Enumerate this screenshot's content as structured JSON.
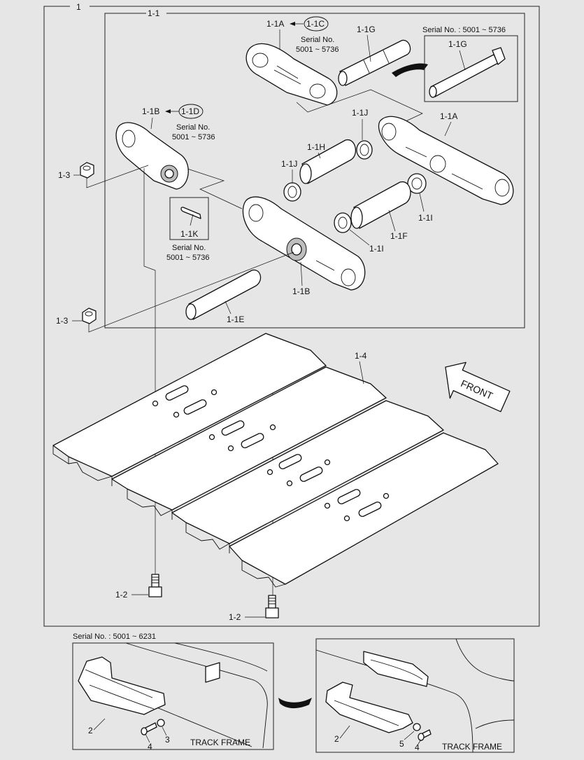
{
  "labels": {
    "main": "1",
    "sub_1_1": "1-1",
    "l_1_1A_top": "1-1A",
    "l_1_1C": "1-1C",
    "l_1_1G_top": "1-1G",
    "l_1_1G_inset": "1-1G",
    "l_1_1B_top": "1-1B",
    "l_1_1D": "1-1D",
    "l_1_1J_a": "1-1J",
    "l_1_1A_right": "1-1A",
    "l_1_1H": "1-1H",
    "l_1_1J_b": "1-1J",
    "l_1_3_a": "1-3",
    "l_1_1K": "1-1K",
    "l_1_1F": "1-1F",
    "l_1_1I_a": "1-1I",
    "l_1_1I_b": "1-1I",
    "l_1_1B_mid": "1-1B",
    "l_1_1E": "1-1E",
    "l_1_3_b": "1-3",
    "l_1_4": "1-4",
    "l_1_2_a": "1-2",
    "l_1_2_b": "1-2",
    "front": "FRONT",
    "l_2_left": "2",
    "l_3_left": "3",
    "l_4_left": "4",
    "l_2_right": "2",
    "l_5_right": "5",
    "l_4_right": "4",
    "track_frame_left": "TRACK FRAME",
    "track_frame_right": "TRACK FRAME"
  },
  "serial": {
    "inset_1G": "Serial No. : 5001 ~ 5736",
    "c_line1": "Serial No.",
    "c_line2": "5001 ~ 5736",
    "d_line1": "Serial No.",
    "d_line2": "5001 ~ 5736",
    "k_line1": "Serial No.",
    "k_line2": "5001 ~ 5736",
    "bottom": "Serial No. : 5001 ~ 6231"
  },
  "colors": {
    "background": "#e6e6e6",
    "line": "#111111",
    "fill": "#ffffff"
  }
}
